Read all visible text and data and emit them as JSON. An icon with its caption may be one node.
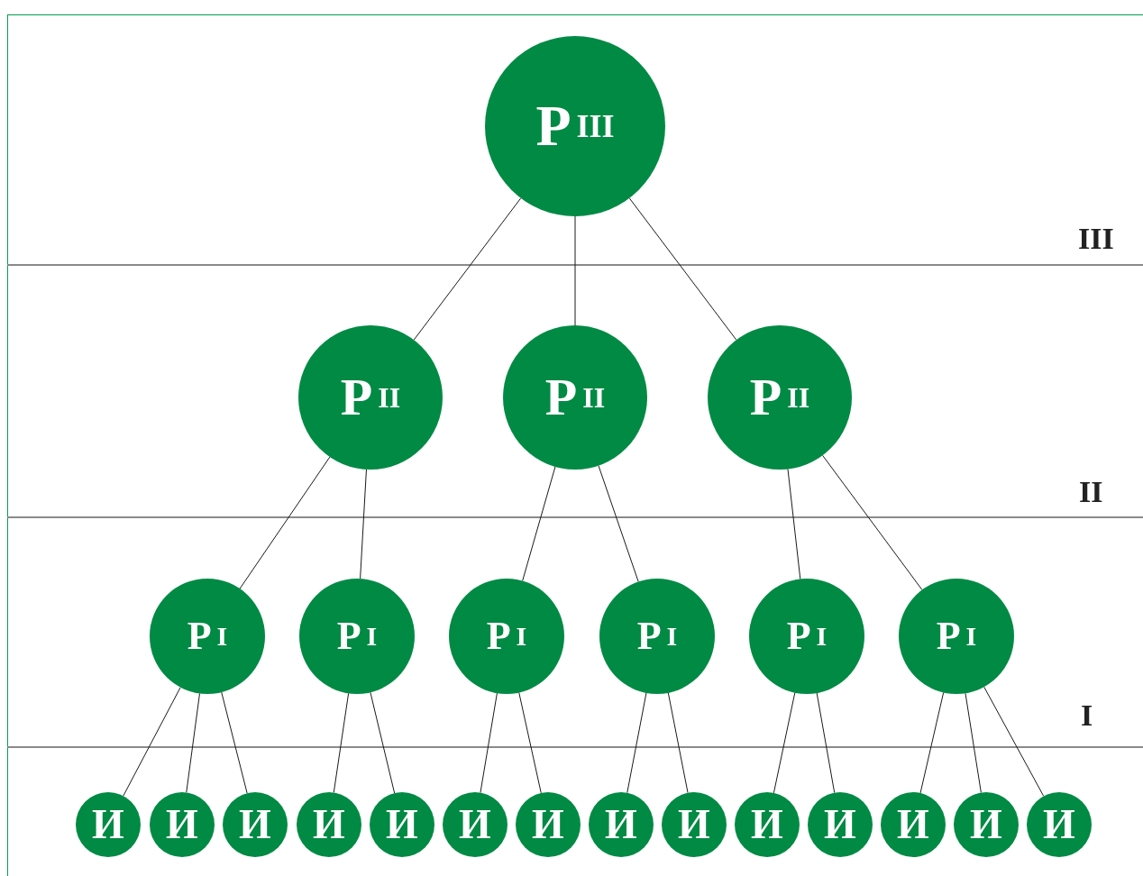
{
  "diagram": {
    "nodes": [
      {
        "text": [
          "Р",
          "III"
        ]
      },
      {
        "text": [
          "Р",
          "II"
        ]
      },
      {
        "text": [
          "Р",
          "II"
        ]
      },
      {
        "text": [
          "Р",
          "II"
        ]
      },
      {
        "text": [
          "Р",
          "I"
        ]
      },
      {
        "text": [
          "Р",
          "I"
        ]
      },
      {
        "text": [
          "Р",
          "I"
        ]
      },
      {
        "text": [
          "Р",
          "I"
        ]
      },
      {
        "text": [
          "Р",
          "I"
        ]
      },
      {
        "text": [
          "Р",
          "I"
        ]
      },
      {
        "text": [
          "И"
        ]
      },
      {
        "text": [
          "И"
        ]
      },
      {
        "text": [
          "И"
        ]
      },
      {
        "text": [
          "И"
        ]
      },
      {
        "text": [
          "И"
        ]
      },
      {
        "text": [
          "И"
        ]
      },
      {
        "text": [
          "И"
        ]
      },
      {
        "text": [
          "И"
        ]
      },
      {
        "text": [
          "И"
        ]
      },
      {
        "text": [
          "И"
        ]
      },
      {
        "text": [
          "И"
        ]
      },
      {
        "text": [
          "И"
        ]
      },
      {
        "text": [
          "И"
        ]
      },
      {
        "text": [
          "И"
        ]
      }
    ],
    "edges": [
      {
        "from": 0,
        "to": 1,
        "arrow": "none"
      },
      {
        "from": 0,
        "to": 2,
        "arrow": "none"
      },
      {
        "from": 0,
        "to": 3,
        "arrow": "none"
      },
      {
        "from": 1,
        "to": 4,
        "arrow": "none"
      },
      {
        "from": 1,
        "to": 5,
        "arrow": "none"
      },
      {
        "from": 2,
        "to": 6,
        "arrow": "none"
      },
      {
        "from": 2,
        "to": 7,
        "arrow": "none"
      },
      {
        "from": 3,
        "to": 8,
        "arrow": "none"
      },
      {
        "from": 3,
        "to": 9,
        "arrow": "none"
      },
      {
        "from": 4,
        "to": 10,
        "arrow": "none"
      },
      {
        "from": 4,
        "to": 11,
        "arrow": "none"
      },
      {
        "from": 4,
        "to": 12,
        "arrow": "none"
      },
      {
        "from": 5,
        "to": 13,
        "arrow": "none"
      },
      {
        "from": 5,
        "to": 14,
        "arrow": "none"
      },
      {
        "from": 6,
        "to": 15,
        "arrow": "none"
      },
      {
        "from": 6,
        "to": 16,
        "arrow": "none"
      },
      {
        "from": 7,
        "to": 17,
        "arrow": "none"
      },
      {
        "from": 7,
        "to": 18,
        "arrow": "none"
      },
      {
        "from": 8,
        "to": 19,
        "arrow": "none"
      },
      {
        "from": 8,
        "to": 20,
        "arrow": "none"
      },
      {
        "from": 9,
        "to": 21,
        "arrow": "none"
      },
      {
        "from": 9,
        "to": 22,
        "arrow": "none"
      },
      {
        "from": 9,
        "to": 23,
        "arrow": "none"
      }
    ],
    "labels": [
      "III",
      "II",
      "I"
    ]
  }
}
